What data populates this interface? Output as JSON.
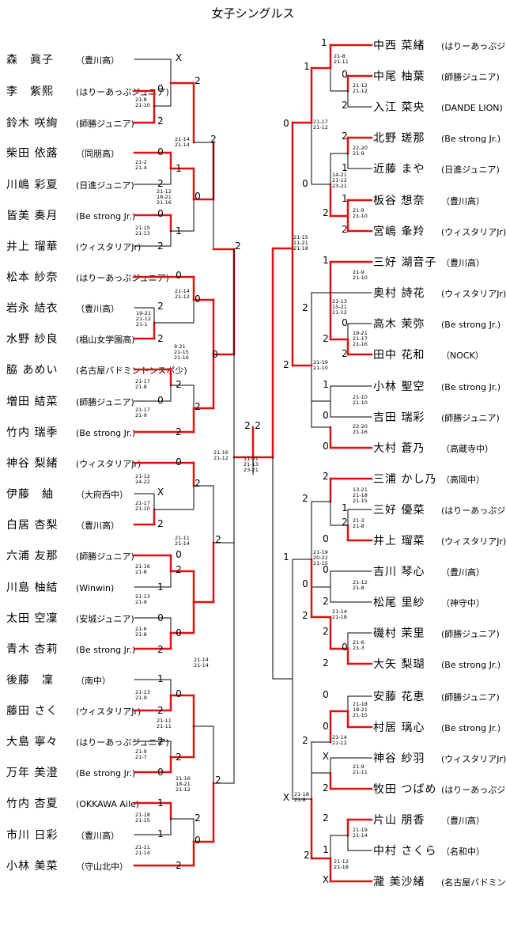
{
  "title": "女子シングルス",
  "left_players": [
    {
      "name": "森　眞子",
      "team": "（豊川高）"
    },
    {
      "name": "李　紫熙",
      "team": "(はりーあっぷジュニア)"
    },
    {
      "name": "鈴木 咲絢",
      "team": "(師勝ジュニア)"
    },
    {
      "name": "柴田 依蕗",
      "team": "（同朋高）"
    },
    {
      "name": "川嶋 彩夏",
      "team": "(日進ジュニア)"
    },
    {
      "name": "皆美 奏月",
      "team": "(Be strong Jr.)"
    },
    {
      "name": "井上 瑠華",
      "team": "(ウィスタリアJr)"
    },
    {
      "name": "松本 紗奈",
      "team": "(はりーあっぷジュニア)"
    },
    {
      "name": "岩永 結衣",
      "team": "（豊川高）"
    },
    {
      "name": "水野 紗良",
      "team": "(椙山女学園高)"
    },
    {
      "name": "脇 あめい",
      "team": "(名古屋バドミントンスポ少)"
    },
    {
      "name": "増田 結菜",
      "team": "(師勝ジュニア)"
    },
    {
      "name": "竹内 瑞季",
      "team": "(Be strong Jr.)"
    },
    {
      "name": "神谷 梨緒",
      "team": "(ウィスタリアJr)"
    },
    {
      "name": "伊藤　紬",
      "team": "（大府西中）"
    },
    {
      "name": "白居 杏梨",
      "team": "（豊川高）"
    },
    {
      "name": "六浦 友那",
      "team": "(師勝ジュニア)"
    },
    {
      "name": "川島 柚結",
      "team": "(Winwin)"
    },
    {
      "name": "太田 空凜",
      "team": "(安城ジュニア)"
    },
    {
      "name": "青木 杏莉",
      "team": "(Be strong Jr.)"
    },
    {
      "name": "後藤　凜",
      "team": "（南中）"
    },
    {
      "name": "藤田 さく",
      "team": "(ウィスタリアJr)"
    },
    {
      "name": "大島 寧々",
      "team": "(はりーあっぷジュニア)"
    },
    {
      "name": "万年 美澄",
      "team": "(Be strong Jr.)"
    },
    {
      "name": "竹内 杏夏",
      "team": "(OKKAWA Aile)"
    },
    {
      "name": "市川 日彩",
      "team": "（豊川高）"
    },
    {
      "name": "小林 美菜",
      "team": "（守山北中）"
    }
  ],
  "right_players": [
    {
      "name": "中西 菜緒",
      "team": "(はりーあっぷジュニア)"
    },
    {
      "name": "中尾 柚葉",
      "team": "(師勝ジュニア)"
    },
    {
      "name": "入江 菜央",
      "team": "(DANDE LION)"
    },
    {
      "name": "北野 瑳那",
      "team": "(Be strong Jr.)"
    },
    {
      "name": "近藤 まや",
      "team": "(日進ジュニア)"
    },
    {
      "name": "板谷 想奈",
      "team": "（豊川高）"
    },
    {
      "name": "宮嶋 夆羚",
      "team": "(ウィスタリアJr)"
    },
    {
      "name": "三好 湖音子",
      "team": "（豊川高）"
    },
    {
      "name": "奥村 詩花",
      "team": "(ウィスタリアJr)"
    },
    {
      "name": "高木 茉弥",
      "team": "(Be strong Jr.)"
    },
    {
      "name": "田中 花和",
      "team": "（NOCK）"
    },
    {
      "name": "小林 聖空",
      "team": "(Be strong Jr.)"
    },
    {
      "name": "吉田 瑞彩",
      "team": "(師勝ジュニア)"
    },
    {
      "name": "大村 蒼乃",
      "team": "（高蔵寺中）"
    },
    {
      "name": "三浦 かし乃",
      "team": "（高岡中）"
    },
    {
      "name": "三好 優菜",
      "team": "(はりーあっぷジュニア)"
    },
    {
      "name": "井上 瑠菜",
      "team": "(ウィスタリアJr)"
    },
    {
      "name": "吉川 琴心",
      "team": "（豊川高）"
    },
    {
      "name": "松尾 里紗",
      "team": "（神守中）"
    },
    {
      "name": "磯村 茉里",
      "team": "(師勝ジュニア)"
    },
    {
      "name": "大矢 梨瑚",
      "team": "(Be strong Jr.)"
    },
    {
      "name": "安藤 花恵",
      "team": "(師勝ジュニア)"
    },
    {
      "name": "村居 璃心",
      "team": "(Be strong Jr.)"
    },
    {
      "name": "神谷 紗羽",
      "team": "(ウィスタリアJr)"
    },
    {
      "name": "牧田 つばめ",
      "team": "(はりーあっぷジュニア)"
    },
    {
      "name": "片山 朋香",
      "team": "（豊川高）"
    },
    {
      "name": "中村 さくら",
      "team": "（名和中）"
    },
    {
      "name": "瀧 美沙緒",
      "team": "(名古屋バドミントンスポ少)"
    }
  ],
  "results": [
    "X",
    "0",
    "2",
    "2",
    "0",
    "2",
    "1",
    "0",
    "2",
    "1",
    "2",
    "0",
    "2",
    "0",
    "2",
    "2",
    "0",
    "2",
    "0",
    "2",
    "2",
    "0",
    "0",
    "X",
    "2",
    "2",
    "0",
    "1",
    "2",
    "0",
    "2",
    "0",
    "2",
    "1",
    "2",
    "0",
    "2",
    "0",
    "2",
    "2",
    "1",
    "1",
    "2",
    "2",
    "0",
    "2",
    "2",
    "1",
    "0",
    "2",
    "1",
    "2",
    "1",
    "0",
    "2",
    "1",
    "2",
    "0",
    "1",
    "2",
    "0",
    "2",
    "2",
    "1",
    "0",
    "2",
    "0",
    "2",
    "1",
    "2",
    "0",
    "2",
    "0",
    "2",
    "0",
    "2",
    "2",
    "0",
    "2",
    "1",
    "0",
    "0",
    "2",
    "X",
    "2",
    "X",
    "2",
    "1",
    "2",
    "X"
  ],
  "scores": [
    [
      "21-8",
      "21-10"
    ],
    [
      "21-14",
      "21-14"
    ],
    [
      "21-2",
      "21-4"
    ],
    [
      "21-12",
      "18-21",
      "21-16"
    ],
    [
      "21-15",
      "21-13"
    ],
    [
      "21-14",
      "21-12"
    ],
    [
      "19-21",
      "21-12",
      "21-1"
    ],
    [
      "9-21",
      "21-15",
      "21-16"
    ],
    [
      "21-17",
      "21-8"
    ],
    [
      "21-17",
      "21-9"
    ],
    [
      "21-12",
      "24-22"
    ],
    [
      "21-17",
      "21-10"
    ],
    [
      "21-11",
      "21-14"
    ],
    [
      "21-16",
      "21-8"
    ],
    [
      "21-13",
      "21-9"
    ],
    [
      "21-6",
      "21-8"
    ],
    [
      "21-13",
      "21-9"
    ],
    [
      "21-11",
      "21-11"
    ],
    [
      "21-9",
      "21-7"
    ],
    [
      "21-16",
      "18-21",
      "21-12"
    ],
    [
      "21-18",
      "21-15"
    ],
    [
      "21-11",
      "21-14"
    ],
    [
      "21-16",
      "21-12"
    ],
    [
      "21-14",
      "21-14"
    ],
    [
      "11-21",
      "21-13",
      "23-21"
    ],
    [
      "21-8",
      "21-11"
    ],
    [
      "21-12",
      "21-12"
    ],
    [
      "21-17",
      "21-12"
    ],
    [
      "22-20",
      "21-9"
    ],
    [
      "14-21",
      "21-12",
      "23-21"
    ],
    [
      "21-9",
      "21-10"
    ],
    [
      "21-15",
      "11-21",
      "21-18"
    ],
    [
      "21-9",
      "21-10"
    ],
    [
      "21-13",
      "15-21",
      "21-12"
    ],
    [
      "19-21",
      "21-17",
      "21-16"
    ],
    [
      "21-19",
      "21-10"
    ],
    [
      "21-10",
      "21-10"
    ],
    [
      "22-20",
      "21-16"
    ],
    [
      "13-21",
      "21-18",
      "21-15"
    ],
    [
      "21-3",
      "21-8"
    ],
    [
      "21-19",
      "20-22",
      "21-15"
    ],
    [
      "21-12",
      "21-8"
    ],
    [
      "21-14",
      "21-18"
    ],
    [
      "21-6",
      "21-3"
    ],
    [
      "21-18",
      "18-21",
      "21-15"
    ],
    [
      "21-14",
      "21-12"
    ],
    [
      "21-9",
      "21-11"
    ],
    [
      "21-18",
      "21-8"
    ],
    [
      "21-19",
      "21-14"
    ],
    [
      "21-12",
      "21-18"
    ]
  ]
}
